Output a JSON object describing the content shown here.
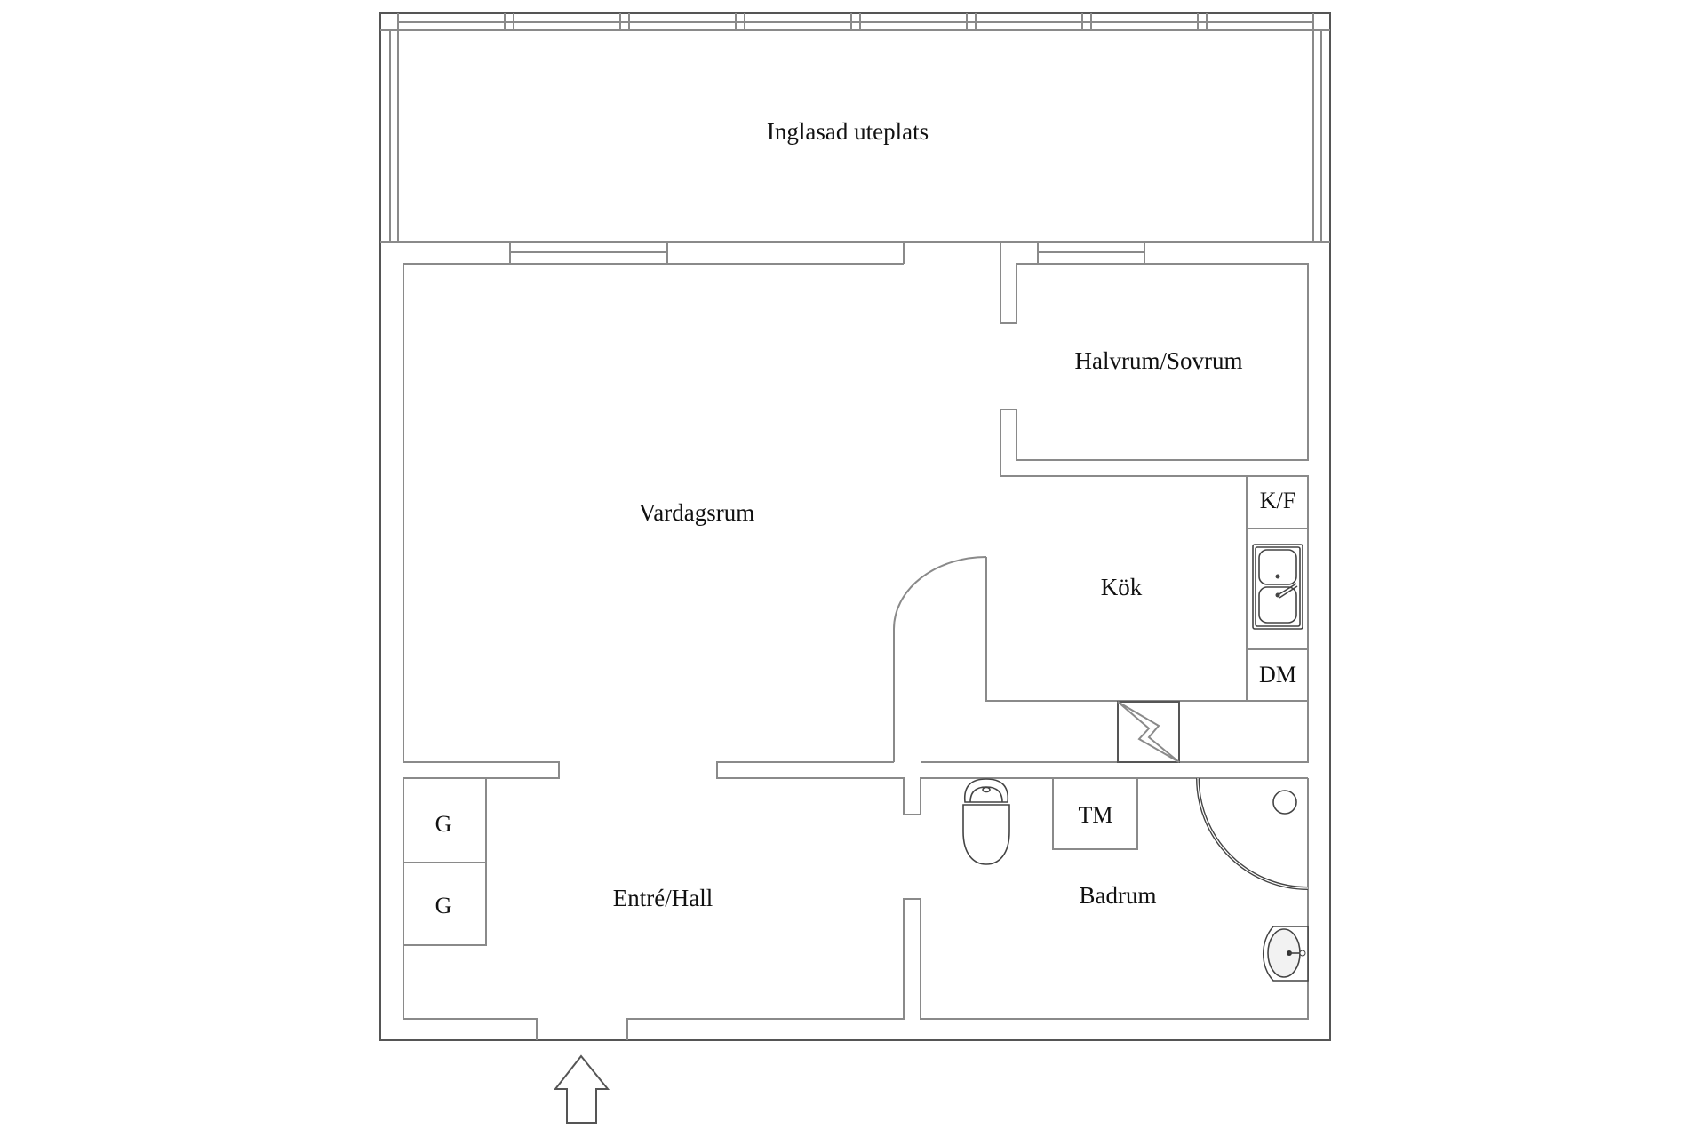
{
  "plan": {
    "type": "floor-plan",
    "rooms": [
      {
        "id": "terrace",
        "label": "Inglasad uteplats"
      },
      {
        "id": "bedroom",
        "label": "Halvrum/Sovrum"
      },
      {
        "id": "living",
        "label": "Vardagsrum"
      },
      {
        "id": "kitchen",
        "label": "Kök"
      },
      {
        "id": "hall",
        "label": "Entré/Hall"
      },
      {
        "id": "bathroom",
        "label": "Badrum"
      }
    ],
    "fixtures": {
      "fridge_freezer": "K/F",
      "dishwasher": "DM",
      "washing_machine": "TM",
      "wardrobe_1": "G",
      "wardrobe_2": "G"
    },
    "symbols": [
      "sink",
      "chimney",
      "toilet",
      "shower",
      "washbasin",
      "entrance-arrow"
    ],
    "colors": {
      "wall_line": "#8a8a8a",
      "outer_line": "#555555",
      "text": "#111111",
      "background": "#ffffff"
    }
  }
}
